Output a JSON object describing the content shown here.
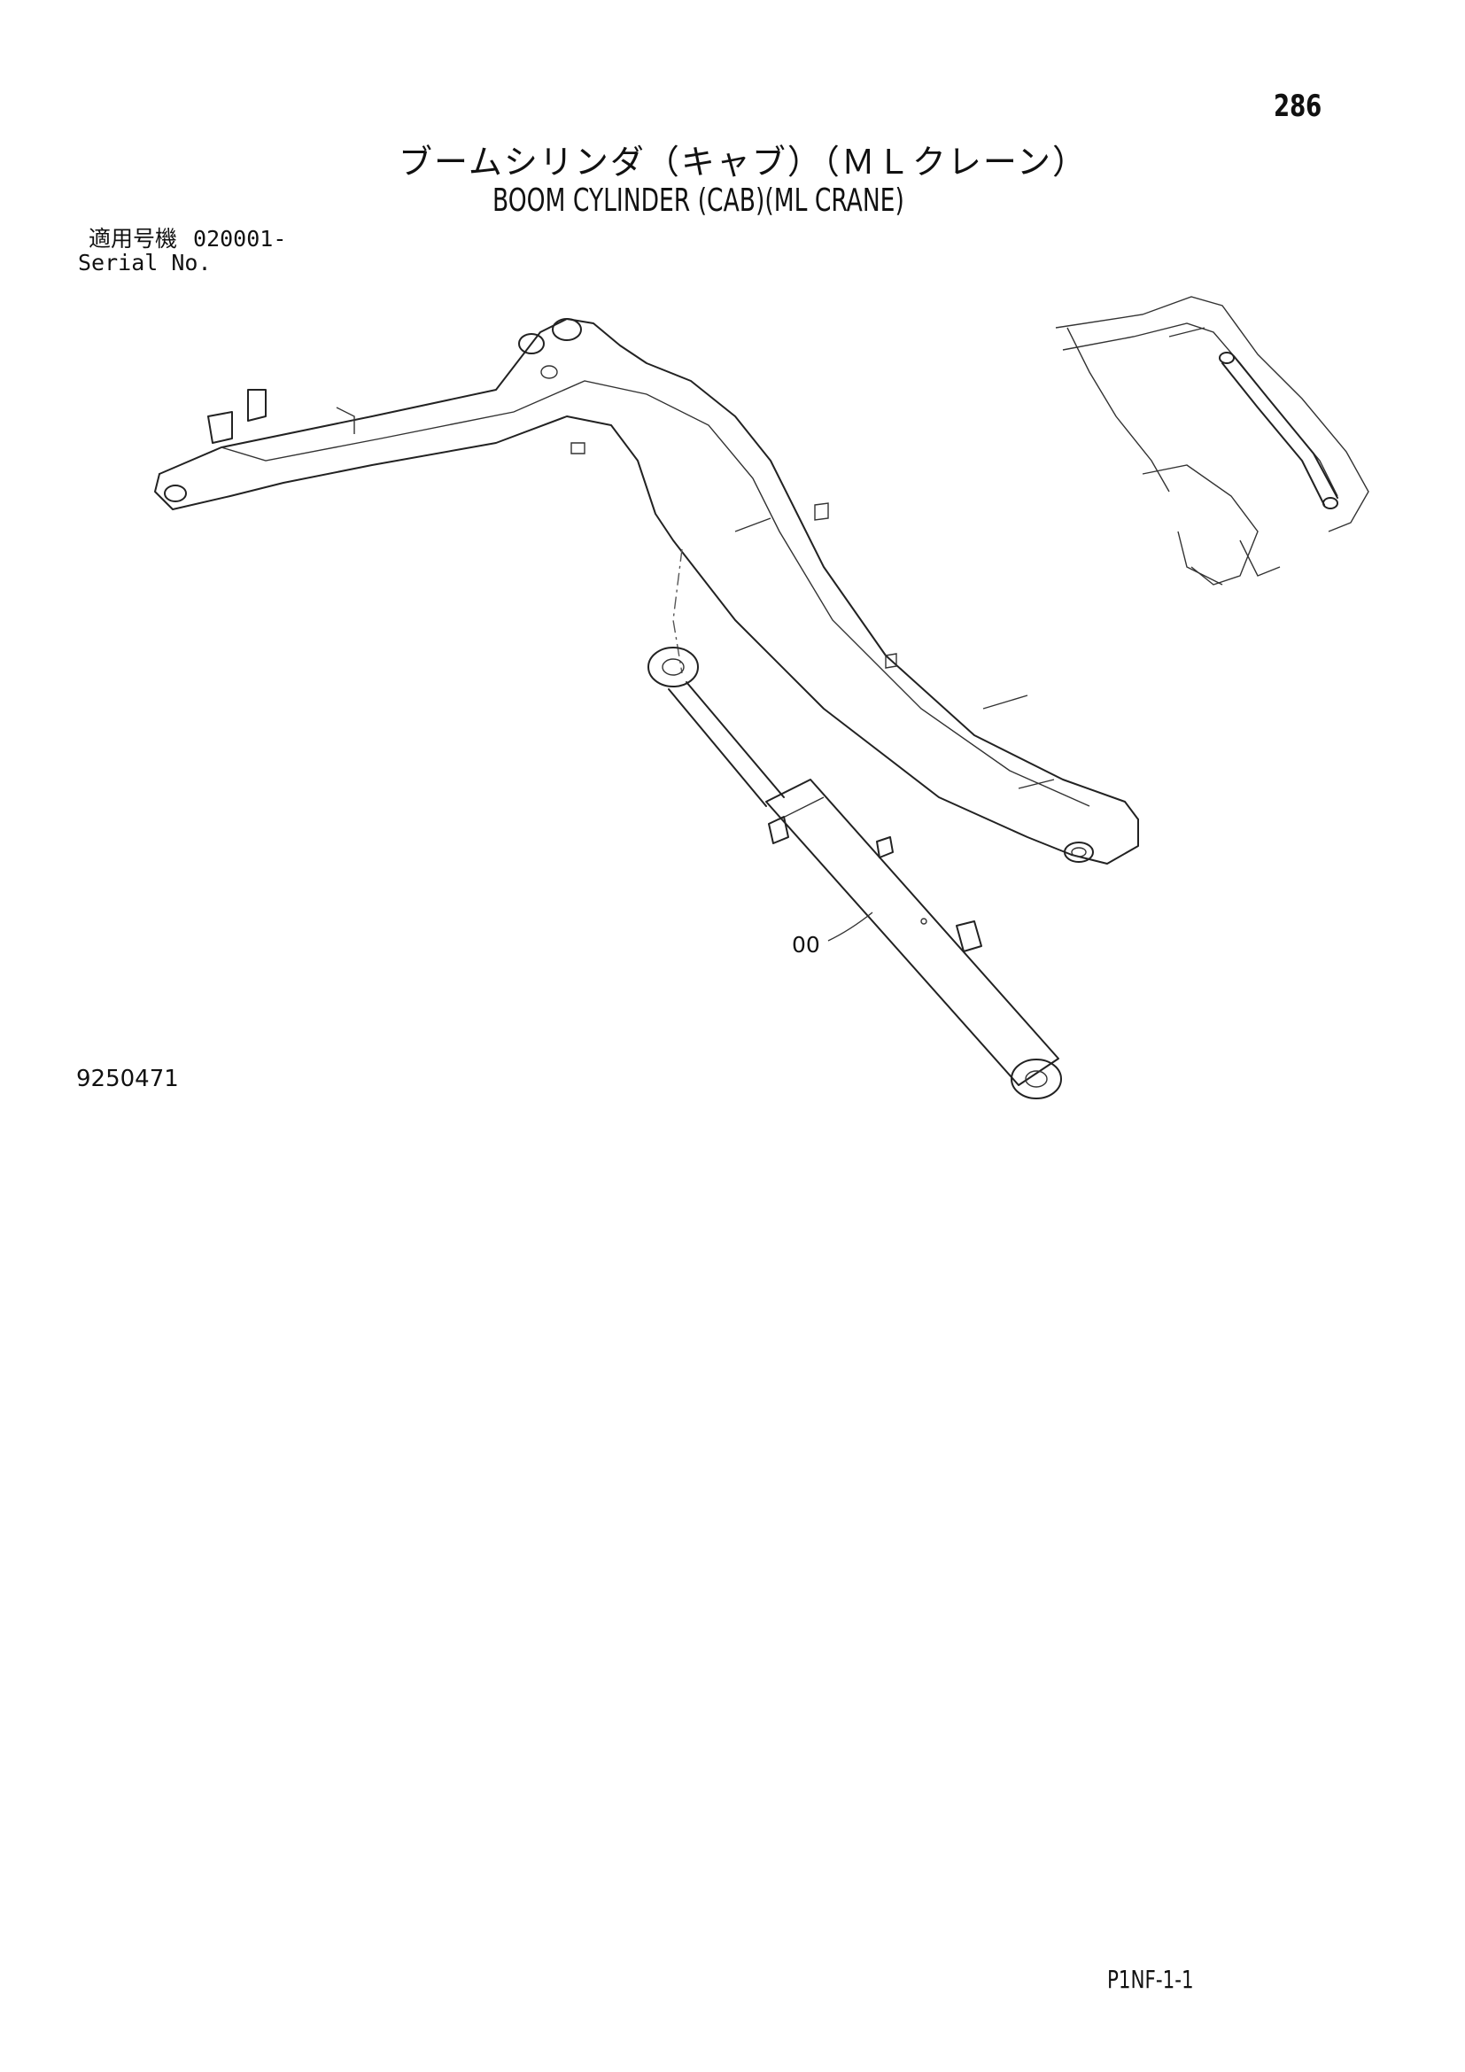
{
  "page_number": "286",
  "title_jp": "ブームシリンダ（キャブ）（ＭＬクレーン）",
  "title_en": "BOOM CYLINDER (CAB)(ML CRANE)",
  "serial": {
    "label_jp": "適用号機",
    "value": "020001-",
    "label_en": "Serial No."
  },
  "part_callout": "00",
  "drawing_number": "9250471",
  "footer_code": "P1NF-1-1"
}
